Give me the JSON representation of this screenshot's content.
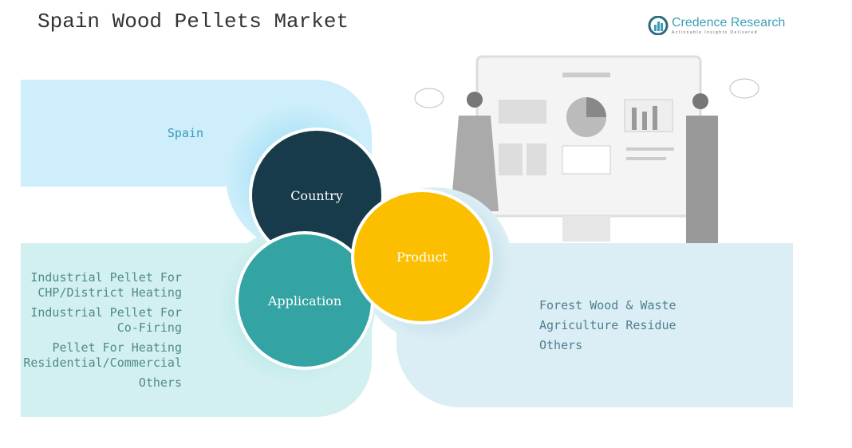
{
  "title": "Spain Wood Pellets Market",
  "logo": {
    "name": "Credence Research",
    "tagline": "Actionable Insights Delivered"
  },
  "segments": {
    "country": {
      "label": "Country",
      "items": [
        "Spain"
      ]
    },
    "application": {
      "label": "Application",
      "items": [
        "Industrial Pellet For CHP/District Heating",
        "Industrial Pellet For Co-Firing",
        "Pellet For Heating Residential/Commercial",
        "Others"
      ]
    },
    "product": {
      "label": "Product",
      "items": [
        "Forest Wood & Waste",
        "Agriculture Residue",
        "Others"
      ]
    }
  },
  "colors": {
    "country": "#173b4a",
    "application": "#33a3a3",
    "product": "#fbbf00"
  }
}
